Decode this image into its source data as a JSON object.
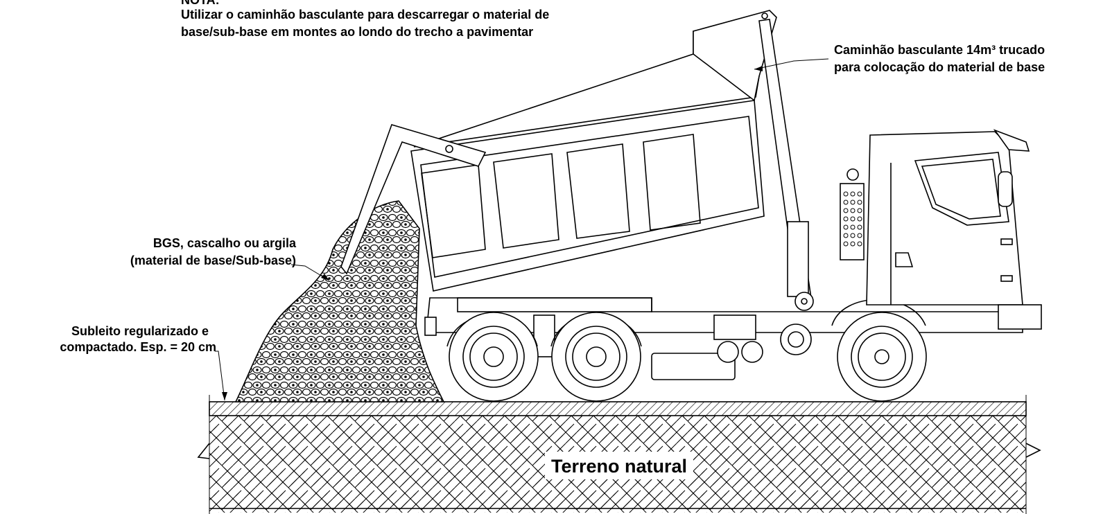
{
  "note": {
    "title": "NOTA:",
    "line1": "Utilizar o caminhão basculante para descarregar o material de",
    "line2": "base/sub-base em montes ao londo do trecho a pavimentar"
  },
  "labels": {
    "truck_line1": "Caminhão basculante 14m³ trucado",
    "truck_line2": "para colocação do material de base",
    "material_line1": "BGS, cascalho  ou argila",
    "material_line2": "(material de base/Sub-base)",
    "subgrade_line1": "Subleito regularizado e",
    "subgrade_line2": "compactado. Esp. = 20 cm",
    "ground": "Terreno natural"
  }
}
